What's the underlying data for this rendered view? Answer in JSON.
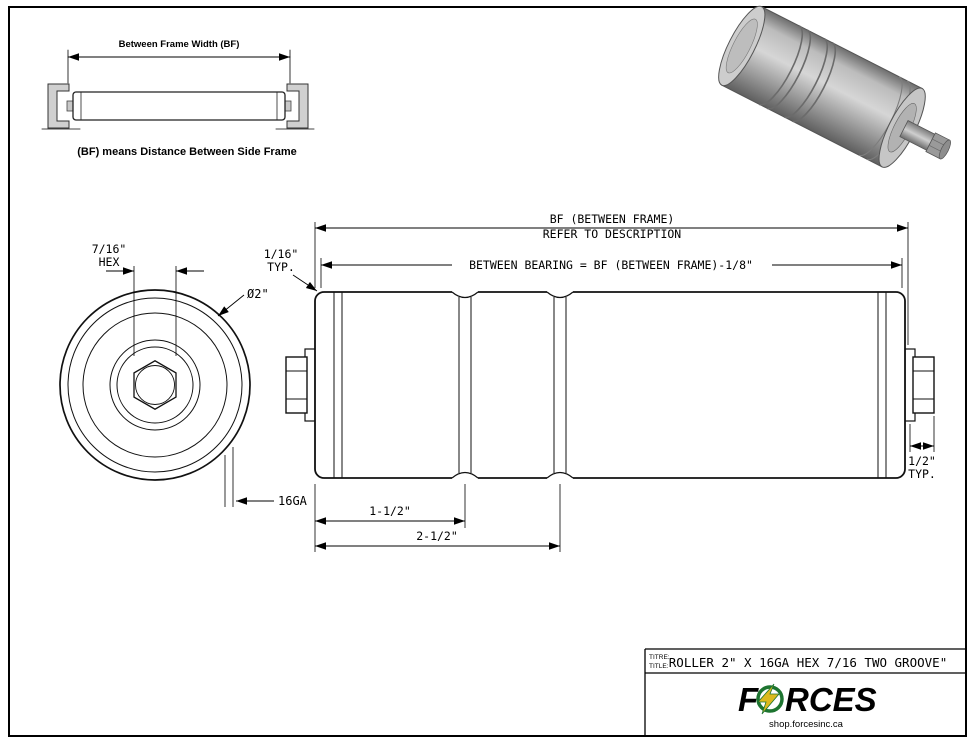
{
  "sheet": {
    "inset": {
      "dim_label": "Between Frame Width (BF)",
      "caption": "(BF) means Distance Between Side Frame"
    },
    "dims": {
      "bf1": "BF (BETWEEN FRAME)",
      "bf2": "REFER TO DESCRIPTION",
      "bb": "BETWEEN BEARING = BF (BETWEEN FRAME)-1/8\"",
      "hex1": "7/16\"",
      "hex2": "HEX",
      "t116a": "1/16\"",
      "t116b": "TYP.",
      "dia": "Ø2\"",
      "ga": "16GA",
      "g1": "1-1/2\"",
      "g2": "2-1/2\"",
      "t12a": "1/2\"",
      "t12b": "TYP."
    },
    "titleblock": {
      "titre": "TITRE:",
      "title_lbl": "TITLE:",
      "title": "ROLLER 2\" X 16GA HEX 7/16 TWO GROOVE\"",
      "brand_f": "F",
      "brand_rest": "RCES",
      "site": "shop.forcesinc.ca"
    },
    "colors": {
      "ink": "#000000",
      "green": "#1d7430",
      "bolt": "#dcb91e",
      "metal": "#a9a9a9"
    }
  }
}
